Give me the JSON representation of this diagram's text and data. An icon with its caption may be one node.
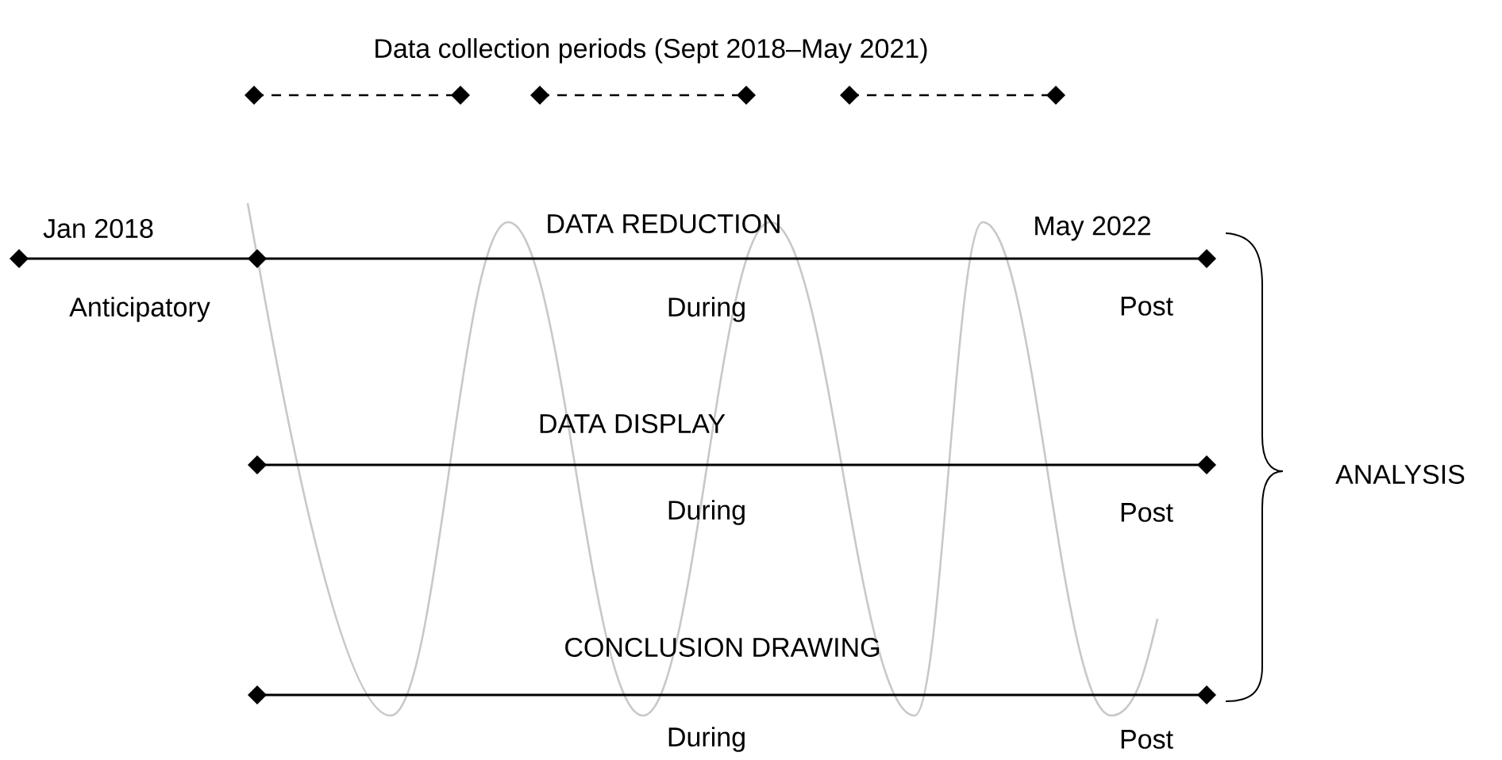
{
  "diagram": {
    "labels": [
      "Data collection periods (Sept 2018–May 2021)",
      "Jan 2018",
      "DATA REDUCTION",
      "May 2022",
      "Anticipatory",
      "During",
      "Post",
      "DATA DISPLAY",
      "ANALYSIS",
      "During",
      "Post",
      "CONCLUSION DRAWING",
      "During",
      "Post"
    ]
  }
}
